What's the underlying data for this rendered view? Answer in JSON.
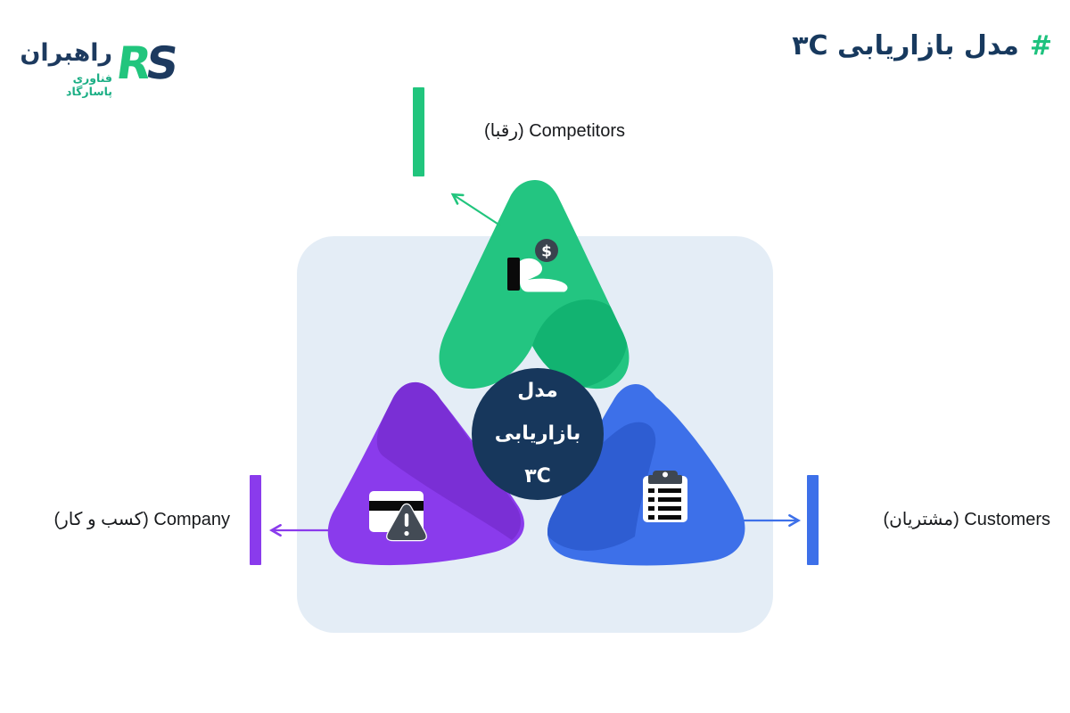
{
  "header": {
    "hash": "#",
    "title": "مدل بازاریابی ۳C"
  },
  "logo": {
    "monogram_r": "R",
    "monogram_s": "S",
    "name": "راهبران",
    "subtitle": "فناوری پاسارگاد"
  },
  "diagram": {
    "center": {
      "lines": [
        "مدل",
        "بازاریابی",
        "۳C"
      ]
    },
    "nodes": {
      "competitors": {
        "label": "Competitors (رقبا)",
        "color": "#23C581",
        "fold_color": "#12B371",
        "icon": "hand-receiving-money",
        "badge": "$"
      },
      "company": {
        "label": "Company (کسب و کار)",
        "color": "#8A3BEC",
        "fold_color": "#7A2FD5",
        "icon": "credit-card-alert"
      },
      "customers": {
        "label": "Customers (مشتریان)",
        "color": "#3D70E9",
        "fold_color": "#2E5DD2",
        "icon": "clipboard-checklist"
      }
    }
  },
  "colors": {
    "accent_green": "#21C57D",
    "navy_circle": "#17375C",
    "title_navy": "#17395E",
    "panel_bg": "#E4EDF6",
    "purple": "#8A3BEC",
    "blue": "#3D70E9",
    "label_text": "#17191C",
    "icon_slate": "#3E4751"
  }
}
